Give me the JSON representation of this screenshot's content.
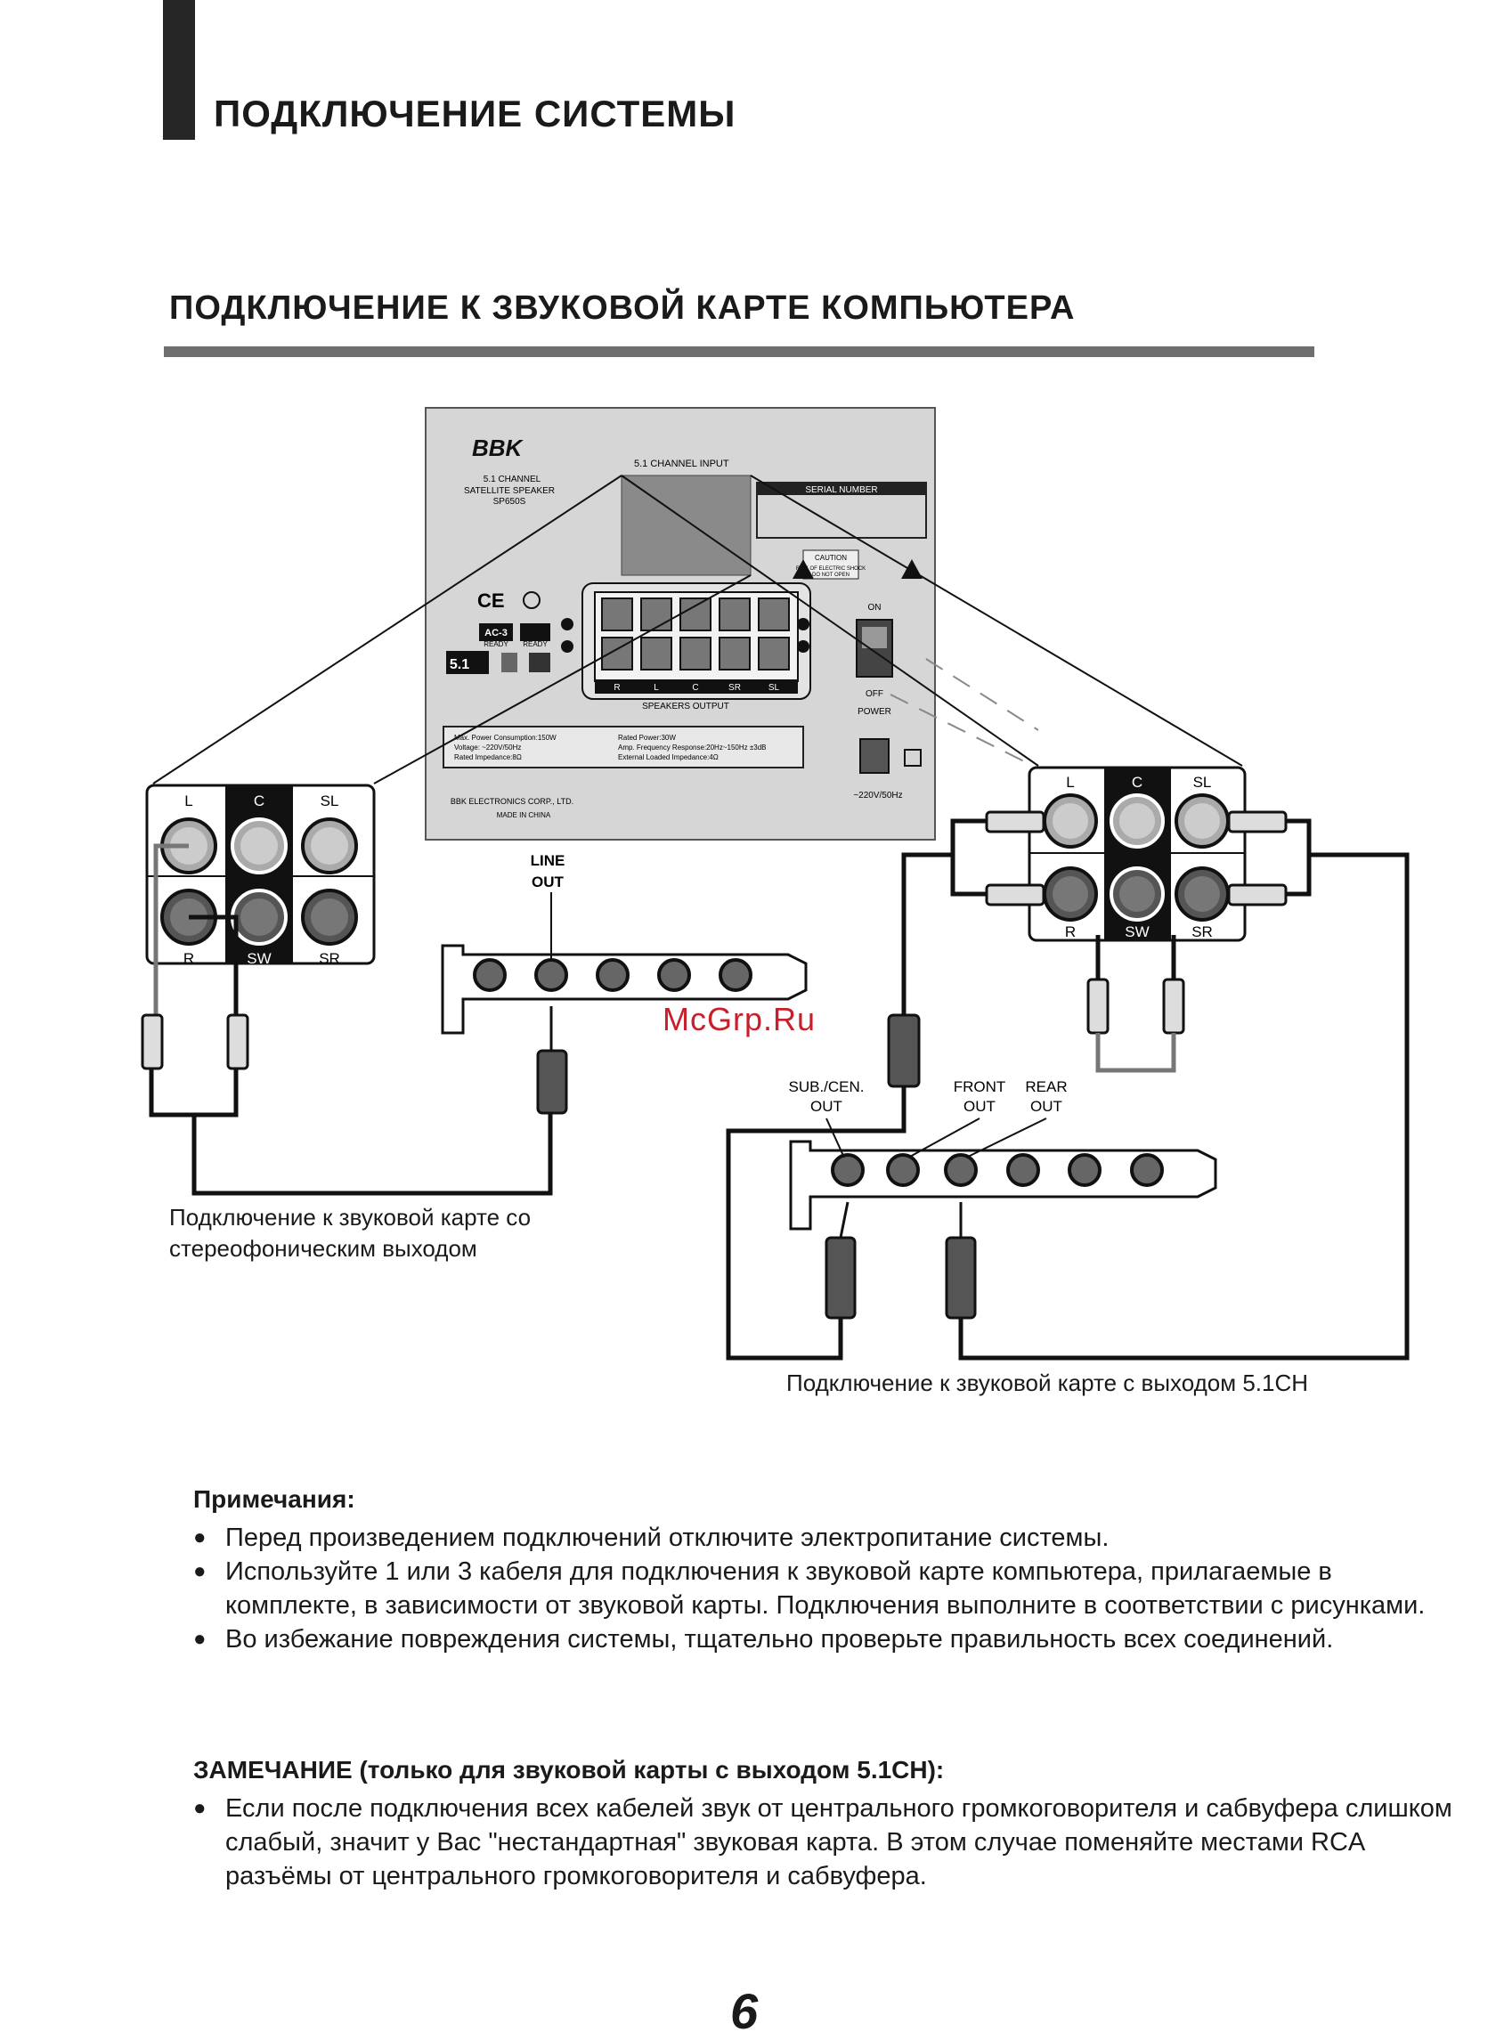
{
  "header": {
    "section_title": "ПОДКЛЮЧЕНИЕ СИСТЕМЫ",
    "subsection_title": "ПОДКЛЮЧЕНИЕ К ЗВУКОВОЙ КАРТЕ КОМПЬЮТЕРА"
  },
  "speaker_panel": {
    "brand": "BBK",
    "model_line1": "5.1 CHANNEL",
    "model_line2": "SATELLITE SPEAKER",
    "model_line3": "SP650S",
    "input_label": "5.1 CHANNEL INPUT",
    "serial_label": "SERIAL NUMBER",
    "caution_label": "CAUTION",
    "caution_text1": "RISK OF ELECTRIC SHOCK",
    "caution_text2": "DO NOT OPEN",
    "on_label": "ON",
    "off_label": "OFF",
    "power_label": "POWER",
    "speakers_output_label": "SPEAKERS OUTPUT",
    "speaker_channels": [
      "R",
      "L",
      "C",
      "SR",
      "SL"
    ],
    "specs_left": [
      "Max. Power Consumption:150W",
      "Voltage: ~220V/50Hz",
      "Rated Impedance:8Ω"
    ],
    "specs_right": [
      "Rated Power:30W",
      "Amp. Frequency Response:20Hz~150Hz  ±3dB",
      "External Loaded Impedance:4Ω"
    ],
    "maker": "BBK ELECTRONICS CORP., LTD.",
    "made_in": "MADE IN CHINA",
    "voltage": "~220V/50Hz",
    "badge_ac3": "AC-3",
    "badge_ready": "READY",
    "badge_51": "5.1"
  },
  "rca_jacks": {
    "top": [
      "L",
      "C",
      "SL"
    ],
    "bottom": [
      "R",
      "SW",
      "SR"
    ]
  },
  "line_out_label_1": "LINE",
  "line_out_label_2": "OUT",
  "card_labels": {
    "sub_cen_1": "SUB./CEN.",
    "sub_cen_2": "OUT",
    "front_1": "FRONT",
    "front_2": "OUT",
    "rear_1": "REAR",
    "rear_2": "OUT"
  },
  "captions": {
    "stereo_line1": "Подключение к звуковой карте со",
    "stereo_line2": "стереофоническим выходом",
    "multichannel": "Подключение к звуковой карте с выходом 5.1CH"
  },
  "watermark": "McGrp.Ru",
  "notes": {
    "title": "Примечания:",
    "items": [
      "Перед произведением подключений отключите электропитание системы.",
      "Используйте 1 или 3 кабеля для подключения к звуковой карте компьютера, прилагаемые в комплекте, в зависимости от звуковой карты. Подключения выполните в соответствии с рисунками.",
      "Во избежание повреждения системы, тщательно проверьте правильность всех соединений."
    ]
  },
  "remark": {
    "title": "ЗАМЕЧАНИЕ (только для звуковой карты с выходом 5.1CH):",
    "items": [
      "Если после подключения всех кабелей звук от центрального громкоговорителя и сабвуфера слишком слабый, значит у Вас \"нестандартная\" звуковая карта. В этом случае поменяйте местами RCA разъёмы от центрального громкоговорителя и сабвуфера."
    ]
  },
  "page_number": "6"
}
